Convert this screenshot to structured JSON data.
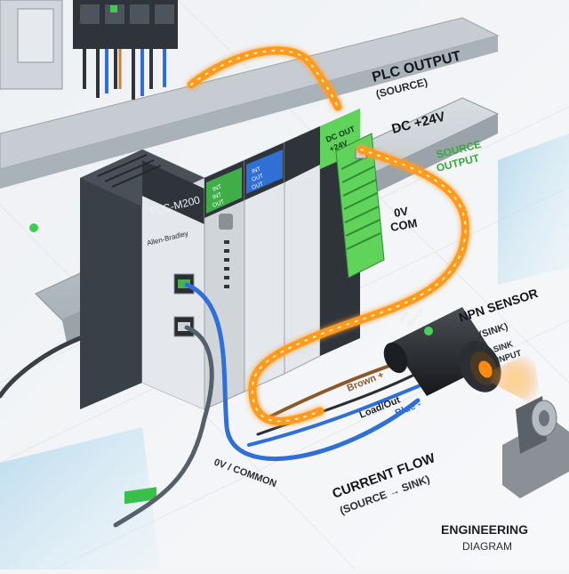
{
  "plc": {
    "model": "PLC-M200",
    "brand": "Allen-Bradley",
    "io_module_labels": [
      "INT",
      "INT",
      "OUT"
    ],
    "io_module2_labels": [
      "INT",
      "OUT",
      "OUT"
    ],
    "output_module_line1": "DC OUT",
    "output_module_line2": "+24V"
  },
  "labels": {
    "plc_output_line1": "PLC OUTPUT",
    "plc_output_line2": "(SOURCE)",
    "dc_rail": "DC +24V",
    "source_output_line1": "SOURCE",
    "source_output_line2": "OUTPUT",
    "zero_v_line1": "0V",
    "zero_v_line2": "COM",
    "sensor_body_line1": "NPN",
    "sensor_body_line2": "SENSOR",
    "npn_sensor": "NPN SENSOR",
    "sink": "(SINK)",
    "sink_input_line1": "SINK",
    "sink_input_line2": "INPUT",
    "wire_brown": "Brown +",
    "wire_load": "Load/Out",
    "wire_blue": "Blue -",
    "zero_v_common": "0V / COMMON",
    "current_flow_line1": "CURRENT FLOW",
    "current_flow_line2": "(SOURCE → SINK)",
    "engineering_line1": "ENGINEERING",
    "engineering_line2": "DIAGRAM"
  },
  "colors": {
    "background": "#f3f5f7",
    "plc_body": "#2f343b",
    "green_terminal": "#5fd35a",
    "glow_orange": "#ff9a1f",
    "wire_blue": "#2f6fd6",
    "wire_brown": "#8a5a2b",
    "wire_dark": "#3a3f45"
  },
  "icons": [
    "ethernet-port-icon",
    "led-indicator-icon",
    "sensor-lens-icon"
  ]
}
